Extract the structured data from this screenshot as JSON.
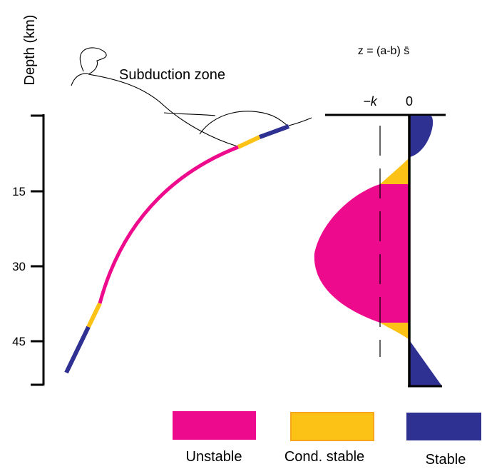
{
  "axis": {
    "ylabel": "Depth (km)",
    "ticks": [
      "15",
      "30",
      "45"
    ]
  },
  "cross_section": {
    "label": "Subduction zone",
    "segments": [
      "Stable",
      "Cond. stable",
      "Unstable",
      "Cond. stable",
      "Stable"
    ]
  },
  "profile": {
    "equation": "z = (a-b) s̄",
    "ticks": [
      "−k",
      "0"
    ]
  },
  "legend": [
    {
      "label": "Unstable",
      "color": "#ee0a8c"
    },
    {
      "label": "Cond. stable",
      "color": "#fcc316"
    },
    {
      "label": "Stable",
      "color": "#2e3192"
    }
  ]
}
